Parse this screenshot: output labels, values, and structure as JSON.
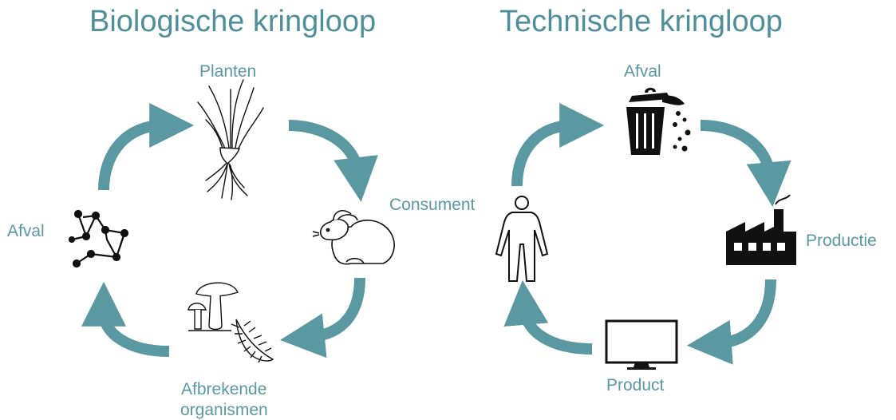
{
  "colors": {
    "arrow": "#5a98a2",
    "title": "#4e8f99",
    "label": "#5a98a2",
    "icon": "#111111"
  },
  "biological": {
    "title": "Biologische kringloop",
    "stages": {
      "top": {
        "label": "Planten",
        "icon": "grass-plant-icon"
      },
      "right": {
        "label": "",
        "icon": "rabbit-icon"
      },
      "bottom": {
        "label_line1": "Afbrekende",
        "label_line2": "organismen",
        "icon": "mushroom-millipede-icon"
      },
      "left": {
        "label": "Afval",
        "icon": "waste-molecule-icon"
      }
    }
  },
  "technical": {
    "title": "Technische kringloop",
    "stages": {
      "top": {
        "label": "Afval",
        "icon": "trash-can-icon"
      },
      "right": {
        "label": "Productie",
        "icon": "factory-icon"
      },
      "bottom": {
        "label": "Product",
        "icon": "television-icon"
      },
      "left": {
        "label": "Consument",
        "icon": "person-icon"
      }
    }
  }
}
